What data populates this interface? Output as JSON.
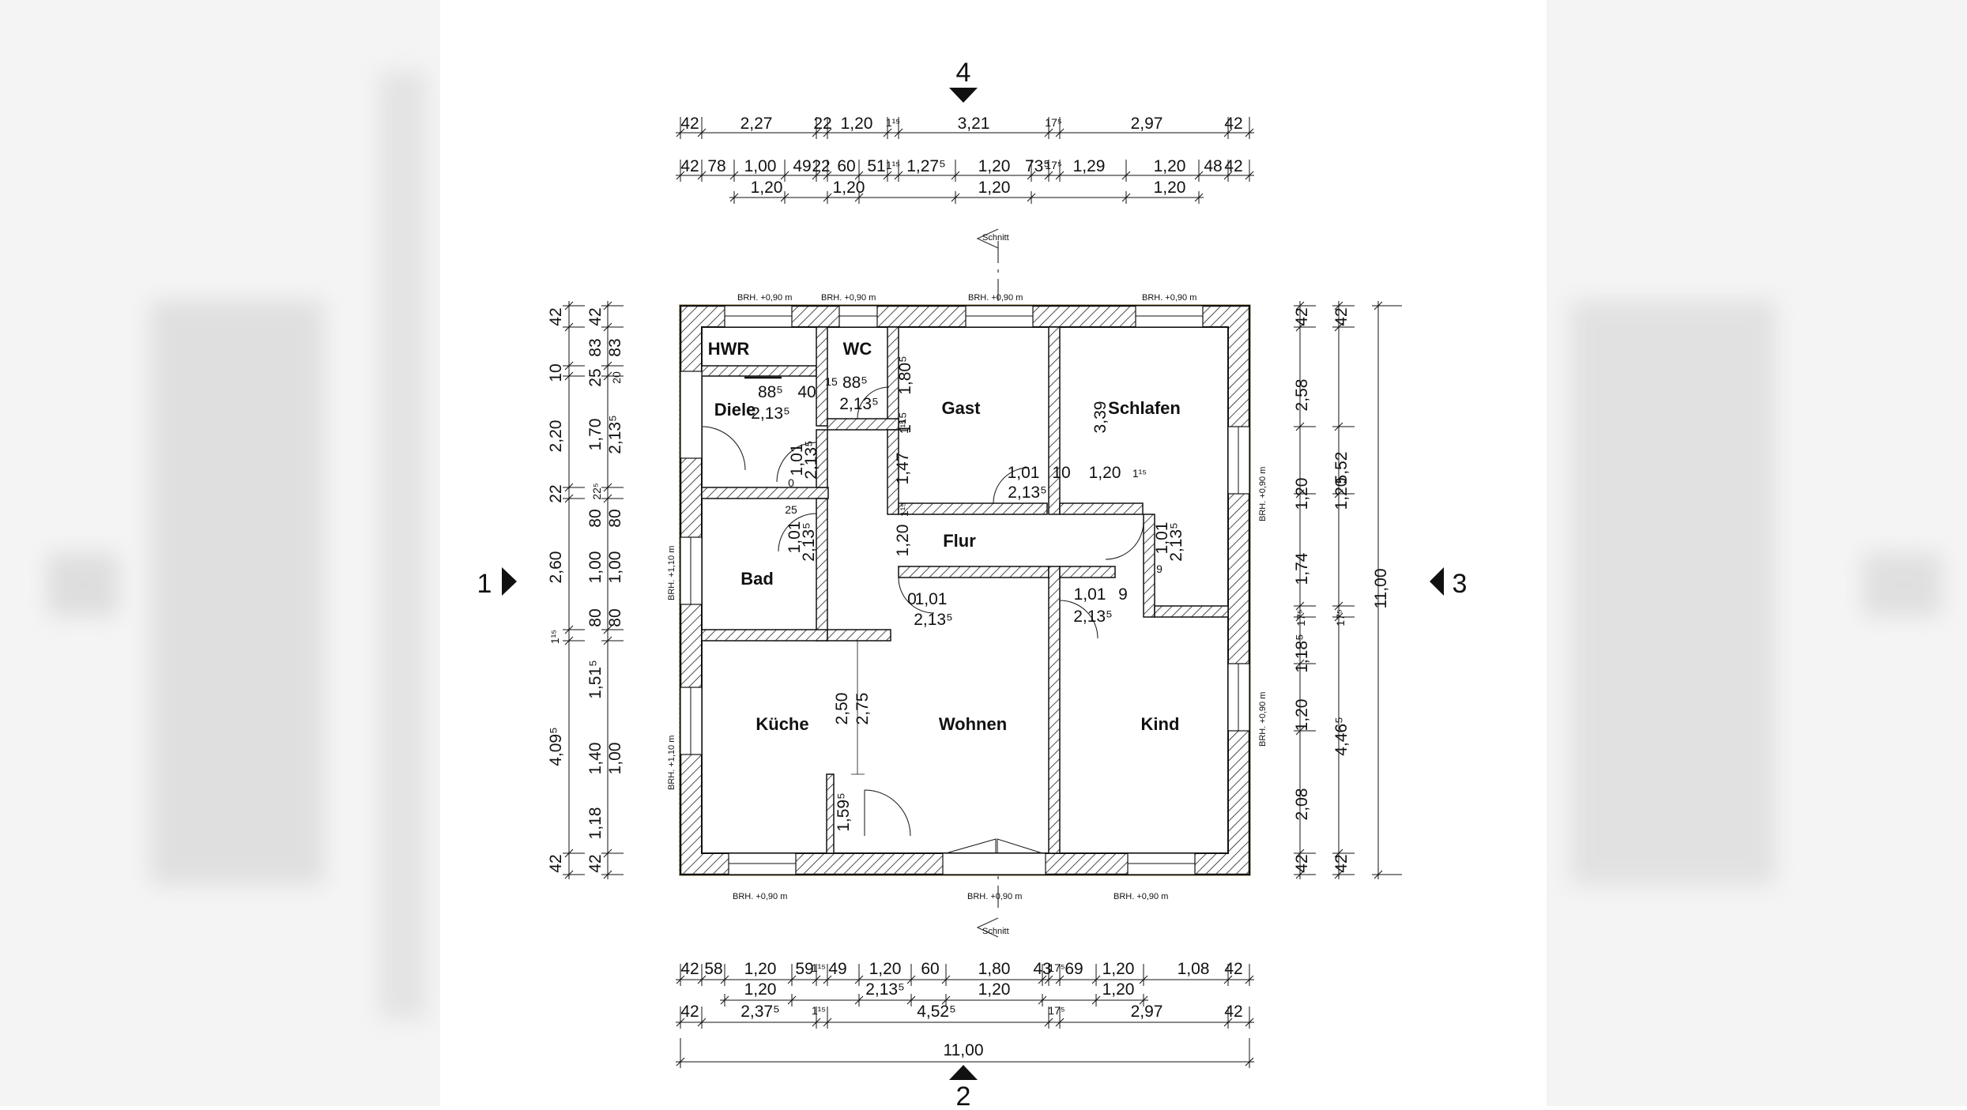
{
  "axis_labels": {
    "top": "4",
    "bottom": "2",
    "left": "1",
    "right": "3"
  },
  "section_marker": "Schnitt",
  "rooms": {
    "hwr": "HWR",
    "wc": "WC",
    "diele": "Diele",
    "gast": "Gast",
    "schlafen": "Schlafen",
    "flur": "Flur",
    "bad": "Bad",
    "kueche": "Küche",
    "wohnen": "Wohnen",
    "kind": "Kind"
  },
  "window_notes": {
    "n1": "BRH. +0,90 m",
    "n2": "BRH. +0,90 m",
    "n3": "BRH. +0,90 m",
    "n4": "BRH. +0,90 m",
    "s1": "BRH. +0,90 m",
    "s2": "BRH. +0,90 m",
    "s3": "BRH. +0,90 m",
    "w1": "BRH. +1,10 m",
    "w2": "BRH. +1,10 m",
    "e1": "BRH. +0,90 m",
    "e2": "BRH. +0,90 m"
  },
  "top_dims": {
    "row1": [
      "42",
      "2,27",
      "22",
      "1,20",
      "1¹⁵",
      "3,21",
      "17⁵",
      "2,97",
      "42"
    ],
    "row2": [
      "42",
      "78",
      "1,00",
      "49",
      "22",
      "60",
      "51",
      "1¹⁵",
      "1,27⁵",
      "1,20",
      "73⁵",
      "17⁵",
      "1,29",
      "1,20",
      "48",
      "42"
    ],
    "row3": [
      "1,20",
      "1,20",
      "1,20",
      "1,20"
    ]
  },
  "bottom_dims": {
    "row1": [
      "42",
      "58",
      "1,20",
      "59",
      "1¹⁵",
      "49",
      "1,20",
      "60",
      "1,80",
      "43",
      "17⁵",
      "69",
      "1,20",
      "1,08",
      "42"
    ],
    "row2": [
      "1,20",
      "2,13⁵",
      "1,20",
      "1,20"
    ],
    "row3": [
      "42",
      "2,37⁵",
      "1¹⁵",
      "4,52⁵",
      "17⁵",
      "2,97",
      "42"
    ],
    "total": "11,00"
  },
  "left_dims": {
    "outer": [
      "42",
      "10",
      "2,20",
      "22",
      "2,60",
      "1¹⁵",
      "4,09⁵",
      "42"
    ],
    "mid": [
      "83",
      "25",
      "80",
      "80",
      "1,51⁵",
      "1,18"
    ],
    "inner": [
      "42",
      "83",
      "20",
      "1,70",
      "22⁵",
      "80",
      "1,00",
      "80",
      "1,40",
      "42"
    ],
    "openings": [
      "2,13⁵",
      "1,00",
      "1,00"
    ]
  },
  "right_dims": {
    "outer": [
      "42",
      "2,58",
      "1,20",
      "1,74",
      "17⁵",
      "1,18⁵",
      "1,20",
      "2,08",
      "42"
    ],
    "mid": [
      "42",
      "1,20",
      "17⁵",
      "4,46⁵"
    ],
    "side": [
      "5,52"
    ],
    "total": "11,00"
  },
  "interior_dims": {
    "hwr_door_w": "88⁵",
    "hwr_door_h": "2,13⁵",
    "hwr_40": "40",
    "wc_door_w": "88⁵",
    "wc_door_h": "2,13⁵",
    "wc_15": "15",
    "wc_vert_a": "1,80⁵",
    "wc_vert_b": "1¹⁵",
    "diele_door_w": "1,01",
    "diele_door_h": "2,13⁵",
    "diele_0": "0",
    "bad_door_w": "1,01",
    "bad_door_h": "2,13⁵",
    "bad_25": "25",
    "gast_door_w": "1,01",
    "gast_door_h": "2,13⁵",
    "gast_10": "10",
    "flur_1_47": "1,47",
    "flur_1_20": "1,20",
    "flur_1_15a": "1¹⁵",
    "flur_1_15b": "1¹⁵",
    "schlafen_3_39": "3,39",
    "schlafen_1_20": "1,20",
    "schlafen_1_15": "1¹⁵",
    "schlafen_door_w": "1,01",
    "schlafen_door_h": "2,13⁵",
    "schlafen_9": "9",
    "wohnen_door_w": "1,01",
    "wohnen_door_h": "2,13⁵",
    "wohnen_0": "0",
    "kind_door_w": "1,01",
    "kind_door_h": "2,13⁵",
    "kind_9": "9",
    "kueche_2_50": "2,50",
    "kueche_2_75": "2,75",
    "kueche_1_59": "1,59⁵"
  }
}
